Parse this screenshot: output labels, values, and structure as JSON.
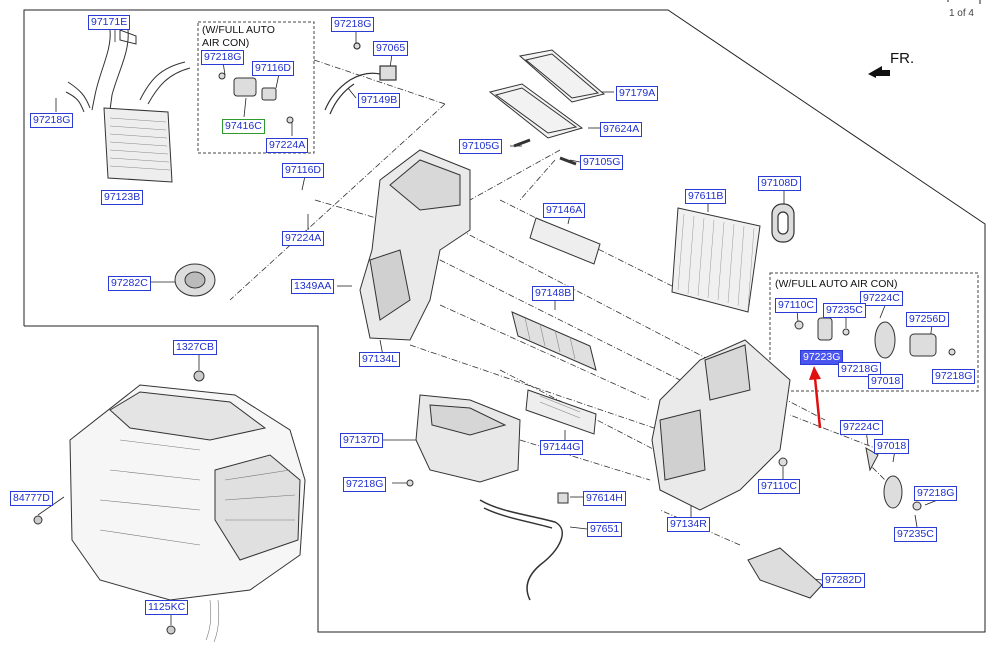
{
  "page_indicator": "1 of 4",
  "direction_label": "FR.",
  "notes": {
    "full_auto_left": "(W/FULL AUTO\nAIR CON)",
    "full_auto_right": "(W/FULL AUTO AIR CON)"
  },
  "parts": {
    "p97171E": "97171E",
    "p97218G_a": "97218G",
    "p97065": "97065",
    "p97218G_b": "97218G",
    "p97116D_a": "97116D",
    "p97149B": "97149B",
    "p97416C": "97416C",
    "p97224A_a": "97224A",
    "p97218G_c": "97218G",
    "p97123B": "97123B",
    "p97179A": "97179A",
    "p97624A": "97624A",
    "p97105G_a": "97105G",
    "p97105G_b": "97105G",
    "p97116D_b": "97116D",
    "p97224A_b": "97224A",
    "p97146A": "97146A",
    "p97611B": "97611B",
    "p97108D": "97108D",
    "p97282C": "97282C",
    "p1349AA": "1349AA",
    "p97148B": "97148B",
    "p97134L": "97134L",
    "p97224C_a": "97224C",
    "p97110C_a": "97110C",
    "p97235C_a": "97235C",
    "p97256D": "97256D",
    "p97223G": "97223G",
    "p97218G_d": "97218G",
    "p97018_a": "97018",
    "p97218G_e": "97218G",
    "p1327CB": "1327CB",
    "p97137D": "97137D",
    "p97144G": "97144G",
    "p97224C_b": "97224C",
    "p97018_b": "97018",
    "p97218G_f": "97218G",
    "p97110C_b": "97110C",
    "p97614H": "97614H",
    "p97218G_g": "97218G",
    "p84777D": "84777D",
    "p97651": "97651",
    "p97134R": "97134R",
    "p97235C_b": "97235C",
    "p97282D": "97282D",
    "p1125KC": "1125KC"
  },
  "colors": {
    "label_border": "#2a3bd6",
    "label_text": "#1f2fd0",
    "highlight_bg": "#4a55f0",
    "highlight_text": "#ffffff",
    "indicator_arrow": "#e01010",
    "green_box": "#2e9a2e"
  }
}
